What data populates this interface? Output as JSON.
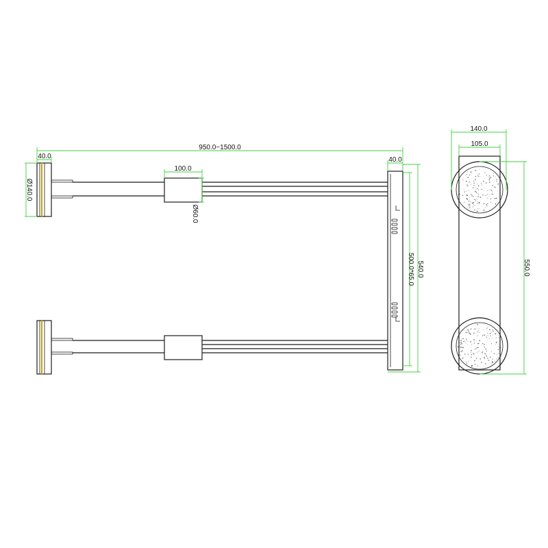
{
  "colors": {
    "dimension": "#3fd23f",
    "outline": "#1a1a1a",
    "accent": "#c9a400"
  },
  "dimensions": {
    "overall_length": "950.0~1500.0",
    "left_plate_depth": "40.0",
    "right_plate_depth": "40.0",
    "plate_diameter": "Ø140.0",
    "sleeve_length": "100.0",
    "sleeve_diameter": "Ø60.0",
    "overall_height": "540.0",
    "inner_height": "500.0*65.0",
    "side_outer_width": "140.0",
    "side_inner_width": "105.0",
    "side_height": "550.0"
  }
}
